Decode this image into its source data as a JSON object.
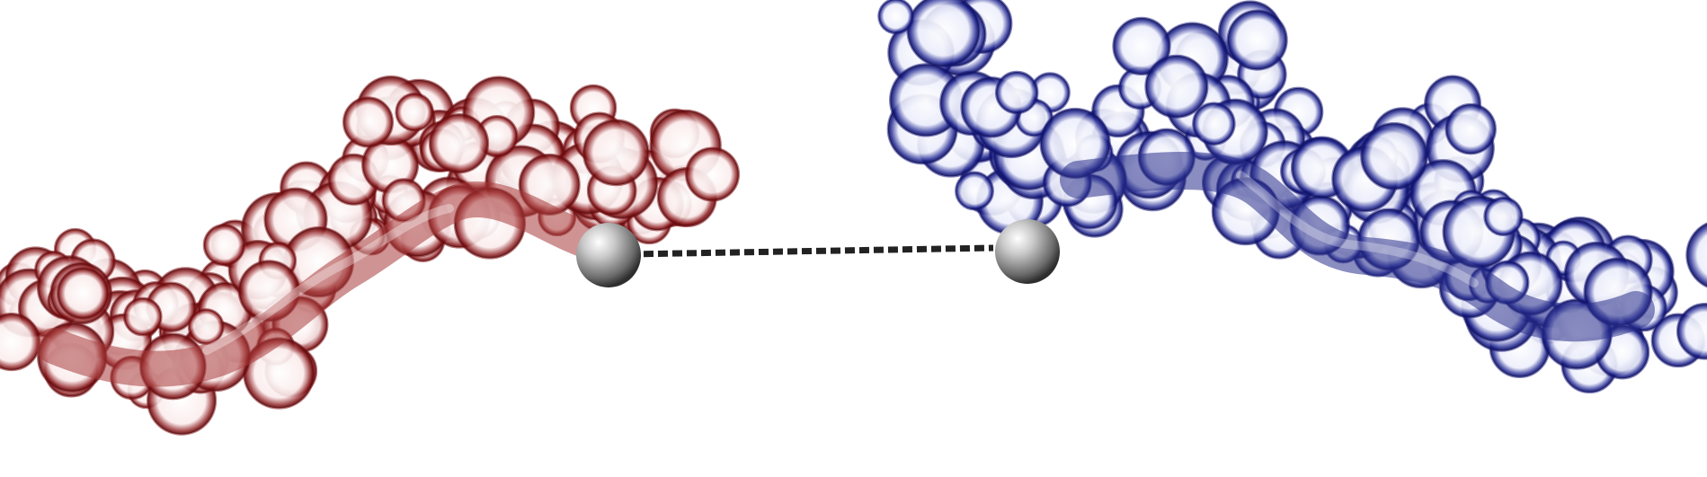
{
  "scene": {
    "background": "#ffffff",
    "molecules": [
      {
        "id": "left-peptide",
        "surface_color": "#7a0f12",
        "ribbon_color": "#a83a3a",
        "shape": "helix"
      },
      {
        "id": "right-peptide",
        "surface_color": "#1a1a7a",
        "ribbon_color": "#2a2f8a",
        "shape": "helix"
      }
    ],
    "spheres_color": "#9a9a9a",
    "connector": {
      "style": "dashed",
      "color": "#222222"
    }
  }
}
